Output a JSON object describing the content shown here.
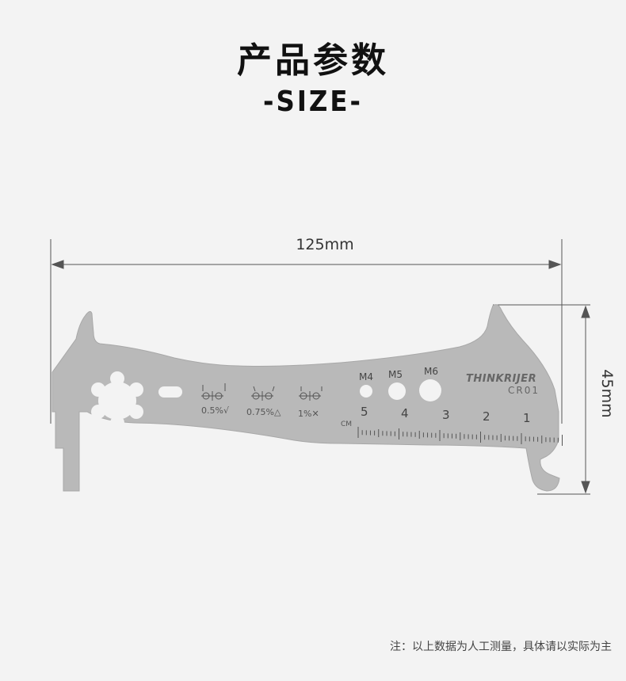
{
  "header": {
    "title": "产品参数",
    "subtitle": "-SIZE-"
  },
  "dimensions": {
    "width": "125mm",
    "height": "45mm"
  },
  "tool": {
    "brand": "THINKRIJER",
    "model": "CR01",
    "holes": [
      "M4",
      "M5",
      "M6"
    ],
    "wear_gauges": [
      "0.5%√",
      "0.75%△",
      "1%✕"
    ],
    "scale_unit": "CM",
    "scale_numbers": [
      "5",
      "4",
      "3",
      "2",
      "1"
    ],
    "body_color": "#b9b9b9"
  },
  "footer": {
    "note": "注：以上数据为人工测量，具体请以实际为主"
  }
}
